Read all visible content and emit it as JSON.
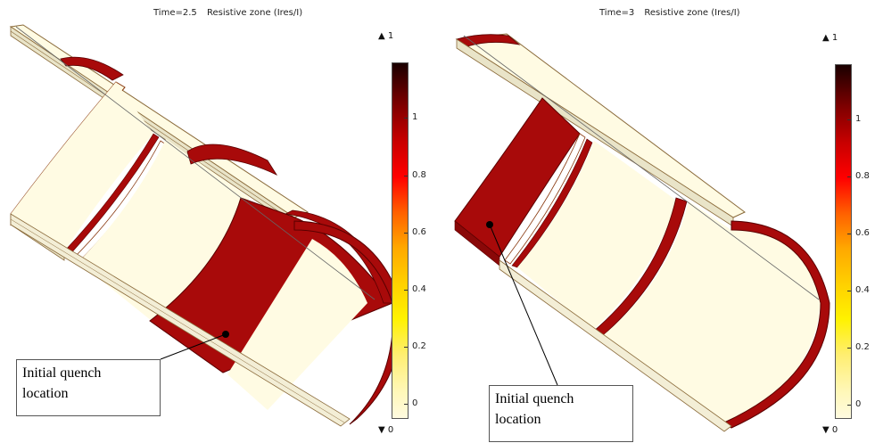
{
  "panels": [
    {
      "title_time": "Time=2.5",
      "title_label": "Resistive zone (Ires/I)",
      "colorbar": {
        "max_label": "▲ 1",
        "min_label": "▼ 0",
        "ticks": [
          "1",
          "0.8",
          "0.6",
          "0.4",
          "0.2",
          "0"
        ]
      },
      "annotation": {
        "line1": "Initial quench",
        "line2": "location"
      }
    },
    {
      "title_time": "Time=3",
      "title_label": "Resistive zone (Ires/I)",
      "colorbar": {
        "max_label": "▲ 1",
        "min_label": "▼ 0",
        "ticks": [
          "1",
          "0.8",
          "0.6",
          "0.4",
          "0.2",
          "0"
        ]
      },
      "annotation": {
        "line1": "Initial quench",
        "line2": "location"
      }
    }
  ],
  "colors": {
    "resistive": "#a80a0a",
    "superconducting": "#fffbe3",
    "edge": "#5a0000"
  }
}
